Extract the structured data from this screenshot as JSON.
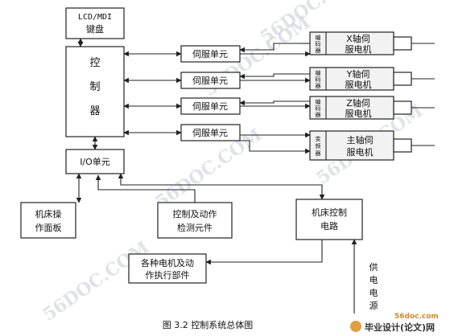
{
  "diagram": {
    "lcd_box": {
      "line1": "LCD/MDI",
      "line2": "键盘"
    },
    "controller": {
      "char1": "控",
      "char2": "制",
      "char3": "器"
    },
    "servo_units": [
      "伺服单元",
      "伺服单元",
      "伺服单元",
      "伺服单元"
    ],
    "encoders": [
      [
        "编",
        "码",
        "器"
      ],
      [
        "编",
        "码",
        "器"
      ],
      [
        "编",
        "码",
        "器"
      ],
      [
        "变",
        "频",
        "器"
      ]
    ],
    "motors": [
      {
        "line1": "X轴伺",
        "line2": "服电机"
      },
      {
        "line1": "Y轴伺",
        "line2": "服电机"
      },
      {
        "line1": "Z轴伺",
        "line2": "服电机"
      },
      {
        "line1": "主轴伺",
        "line2": "服电机"
      }
    ],
    "io_unit": "I/O单元",
    "panel": {
      "line1": "机床操",
      "line2": "作面板"
    },
    "detect": {
      "line1": "控制及动作",
      "line2": "检测元件"
    },
    "machine_ctrl": {
      "line1": "机床控制",
      "line2": "电路"
    },
    "actuators": {
      "line1": "各种电机及动",
      "line2": "作执行部件"
    },
    "power": [
      "供",
      "电",
      "电",
      "源"
    ]
  },
  "caption": "图 3.2  控制系统总体图",
  "watermarks": {
    "domain": "56DOC.COM",
    "site_url": "56doc.com",
    "site_name": "毕业设计(论文)网"
  }
}
